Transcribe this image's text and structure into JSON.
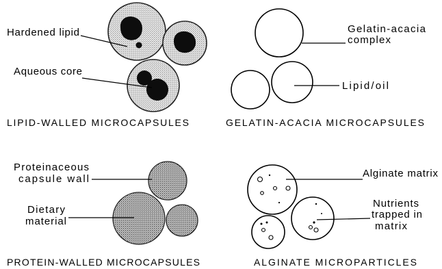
{
  "lipid_panel": {
    "label_hardened": "Hardened lipid",
    "label_aqueous": "Aqueous core",
    "caption": "LIPID-WALLED MICROCAPSULES"
  },
  "gelatin_panel": {
    "label_complex_line1": "Gelatin-acacia",
    "label_complex_line2": "complex",
    "label_oil": "Lipid/oil",
    "caption": "GELATIN-ACACIA MICROCAPSULES"
  },
  "protein_panel": {
    "label_wall_line1": "Proteinaceous",
    "label_wall_line2": "capsule wall",
    "label_dietary_line1": "Dietary",
    "label_dietary_line2": "material",
    "caption": "PROTEIN-WALLED MICROCAPSULES"
  },
  "alginate_panel": {
    "label_matrix": "Alginate matrix",
    "label_nutrients_line1": "Nutrients",
    "label_nutrients_line2": "trapped in",
    "label_nutrients_line3": "matrix",
    "caption": "ALGINATE MICROPARTICLES"
  }
}
